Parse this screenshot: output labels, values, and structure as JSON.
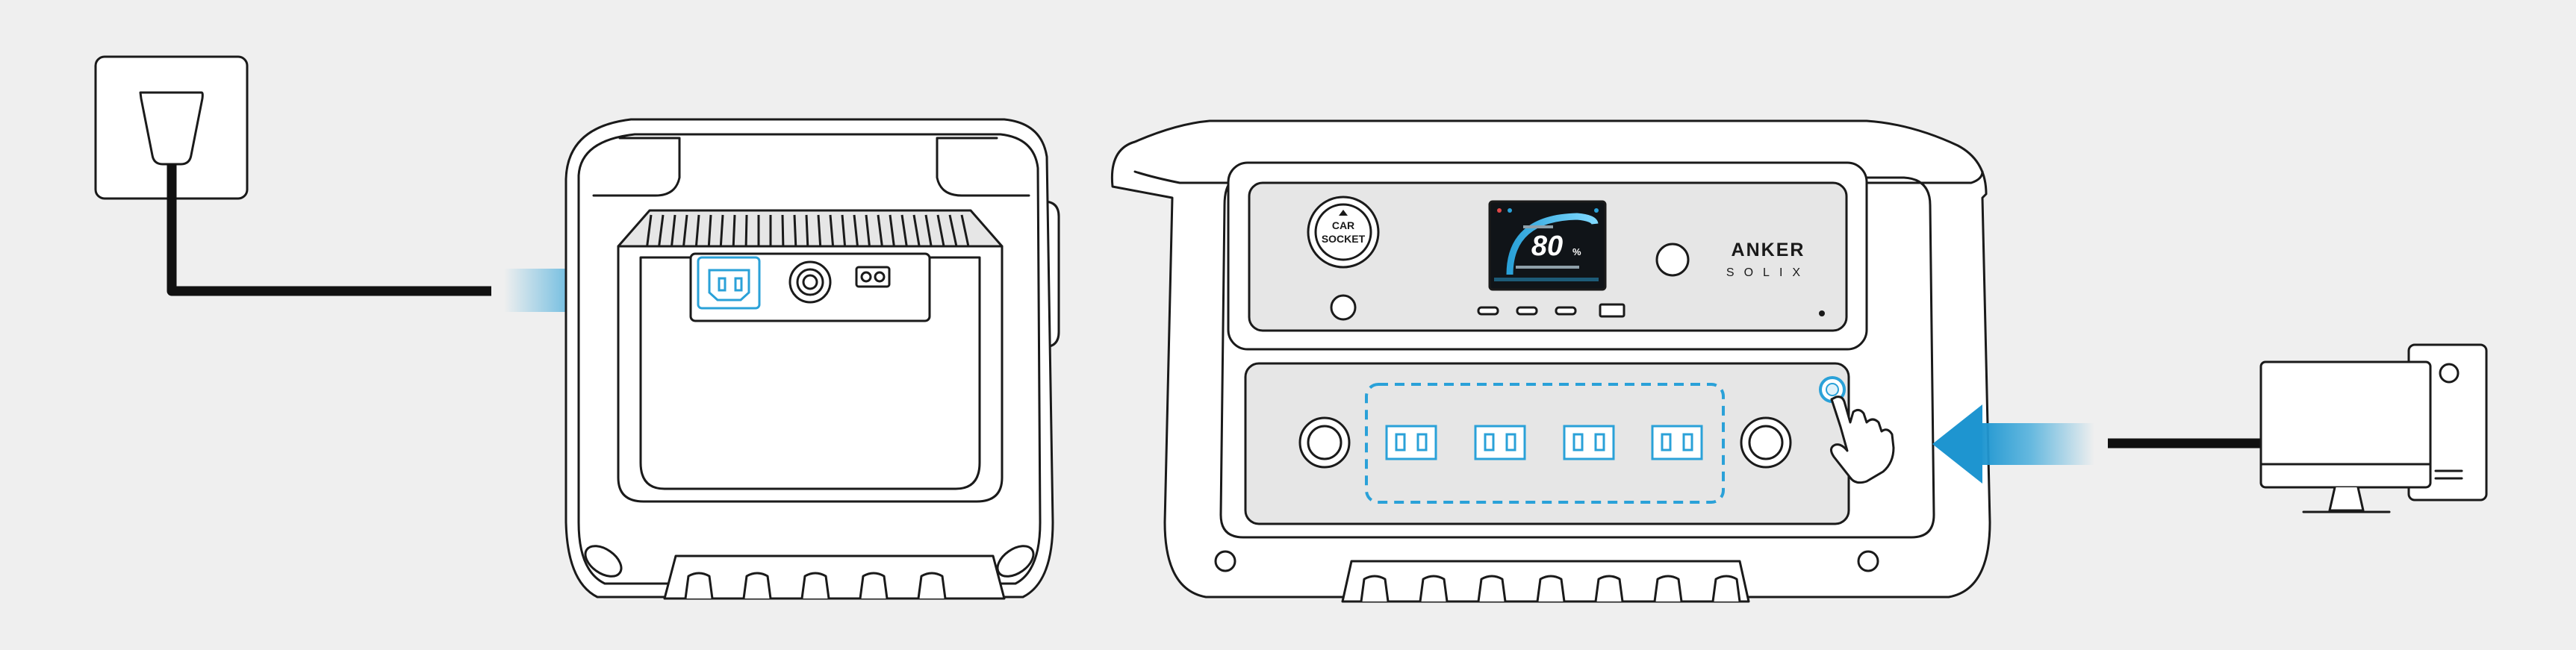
{
  "colors": {
    "background": "#efefef",
    "outline": "#1a1a1a",
    "accent_blue": "#2aa1d8",
    "screen_bg": "#101418",
    "panel_gray": "#e6e6e6"
  },
  "icons": [
    "wall-outlet-icon",
    "plug-icon",
    "arrow-right-icon",
    "arrow-left-icon",
    "hand-pointer-icon",
    "computer-icon",
    "monitor-icon"
  ],
  "device": {
    "car_socket_line1": "CAR",
    "car_socket_line2": "SOCKET",
    "screen_value": "80",
    "screen_unit": "%",
    "brand_top": "ANKER",
    "brand_bottom": "SOLIX"
  }
}
